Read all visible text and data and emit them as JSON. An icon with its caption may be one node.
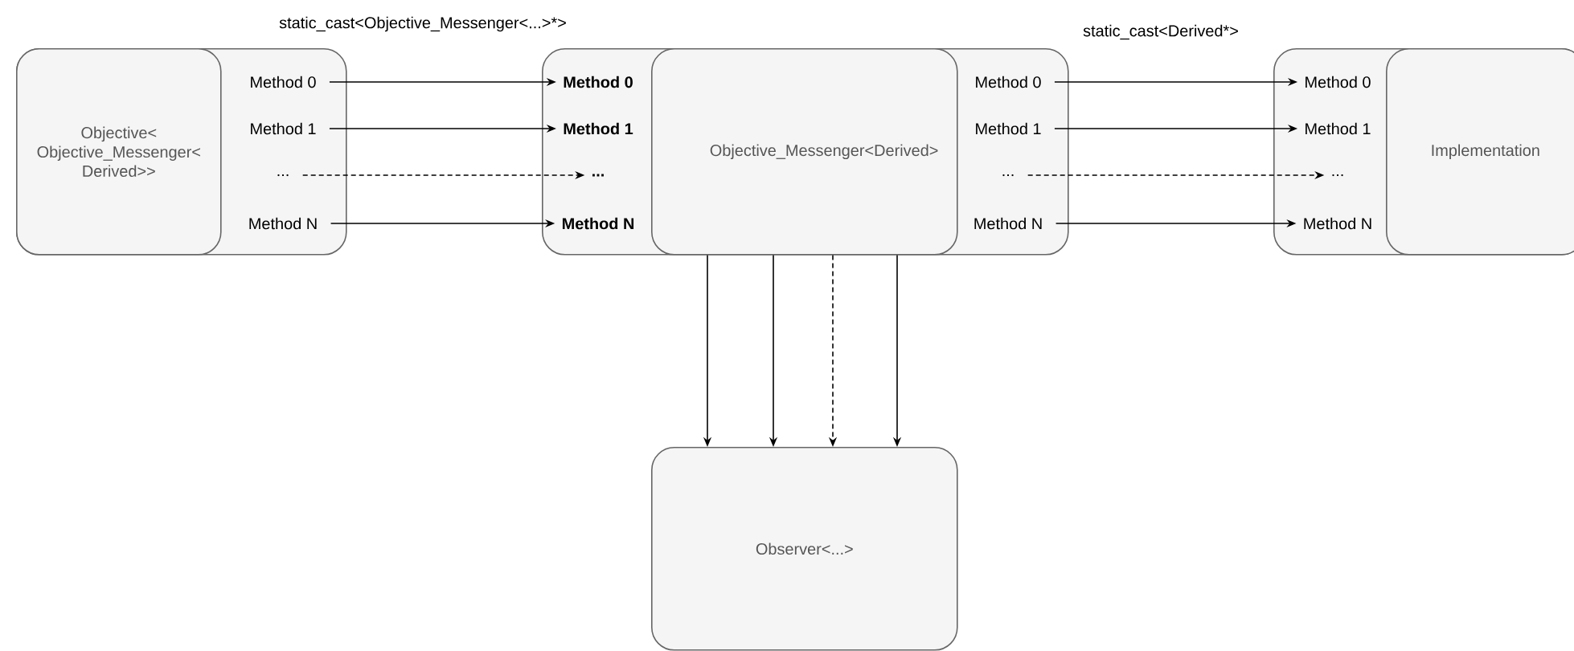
{
  "diagram": {
    "nodes": [
      {
        "text": [],
        "shape": "box"
      },
      {
        "text": [
          "Objective< Objective_Messenger< Derived>>"
        ],
        "in": 0
      },
      {
        "text": [
          "Method 0"
        ],
        "in": 0
      },
      {
        "text": [
          "Method 1"
        ],
        "in": 0
      },
      {
        "text": [
          "..."
        ],
        "in": 0
      },
      {
        "text": [
          "Method N"
        ],
        "in": 0
      },
      {
        "text": [],
        "shape": "box"
      },
      {
        "text": [
          "Objective_Messenger<Derived>"
        ],
        "in": 6
      },
      {
        "text": [
          "Method 0"
        ],
        "in": 6
      },
      {
        "text": [
          "Method 1"
        ],
        "in": 6
      },
      {
        "text": [
          "..."
        ],
        "in": 6
      },
      {
        "text": [
          "Method N"
        ],
        "in": 6
      },
      {
        "text": [
          "Method 0"
        ],
        "in": 6
      },
      {
        "text": [
          "Method 1"
        ],
        "in": 6
      },
      {
        "text": [
          "..."
        ],
        "in": 6
      },
      {
        "text": [
          "Method N"
        ],
        "in": 6
      },
      {
        "text": [],
        "shape": "box"
      },
      {
        "text": [
          "Method 0"
        ],
        "in": 16
      },
      {
        "text": [
          "Method 1"
        ],
        "in": 16
      },
      {
        "text": [
          "..."
        ],
        "in": 16
      },
      {
        "text": [
          "Method N"
        ],
        "in": 16
      },
      {
        "text": [
          "Implementation"
        ],
        "in": 16
      },
      {
        "text": [
          "Observer<...>"
        ]
      }
    ],
    "edges": [
      {
        "from": 2,
        "to": 8,
        "arrow": "to"
      },
      {
        "from": 3,
        "to": 9,
        "arrow": "to"
      },
      {
        "from": 4,
        "to": 10,
        "arrow": "to",
        "style": "dashed"
      },
      {
        "from": 5,
        "to": 11,
        "arrow": "to"
      },
      {
        "from": 12,
        "to": 17,
        "arrow": "to"
      },
      {
        "from": 13,
        "to": 18,
        "arrow": "to"
      },
      {
        "from": 14,
        "to": 19,
        "arrow": "to",
        "style": "dashed"
      },
      {
        "from": 15,
        "to": 20,
        "arrow": "to"
      },
      {
        "from": 7,
        "to": 22,
        "arrow": "to"
      },
      {
        "from": 7,
        "to": 22,
        "arrow": "to"
      },
      {
        "from": 7,
        "to": 22,
        "arrow": "to",
        "style": "dashed"
      },
      {
        "from": 7,
        "to": 22,
        "arrow": "to"
      }
    ],
    "labels": [
      "static_cast<Objective_Messenger<...>*>",
      "static_cast<Derived*>"
    ]
  }
}
